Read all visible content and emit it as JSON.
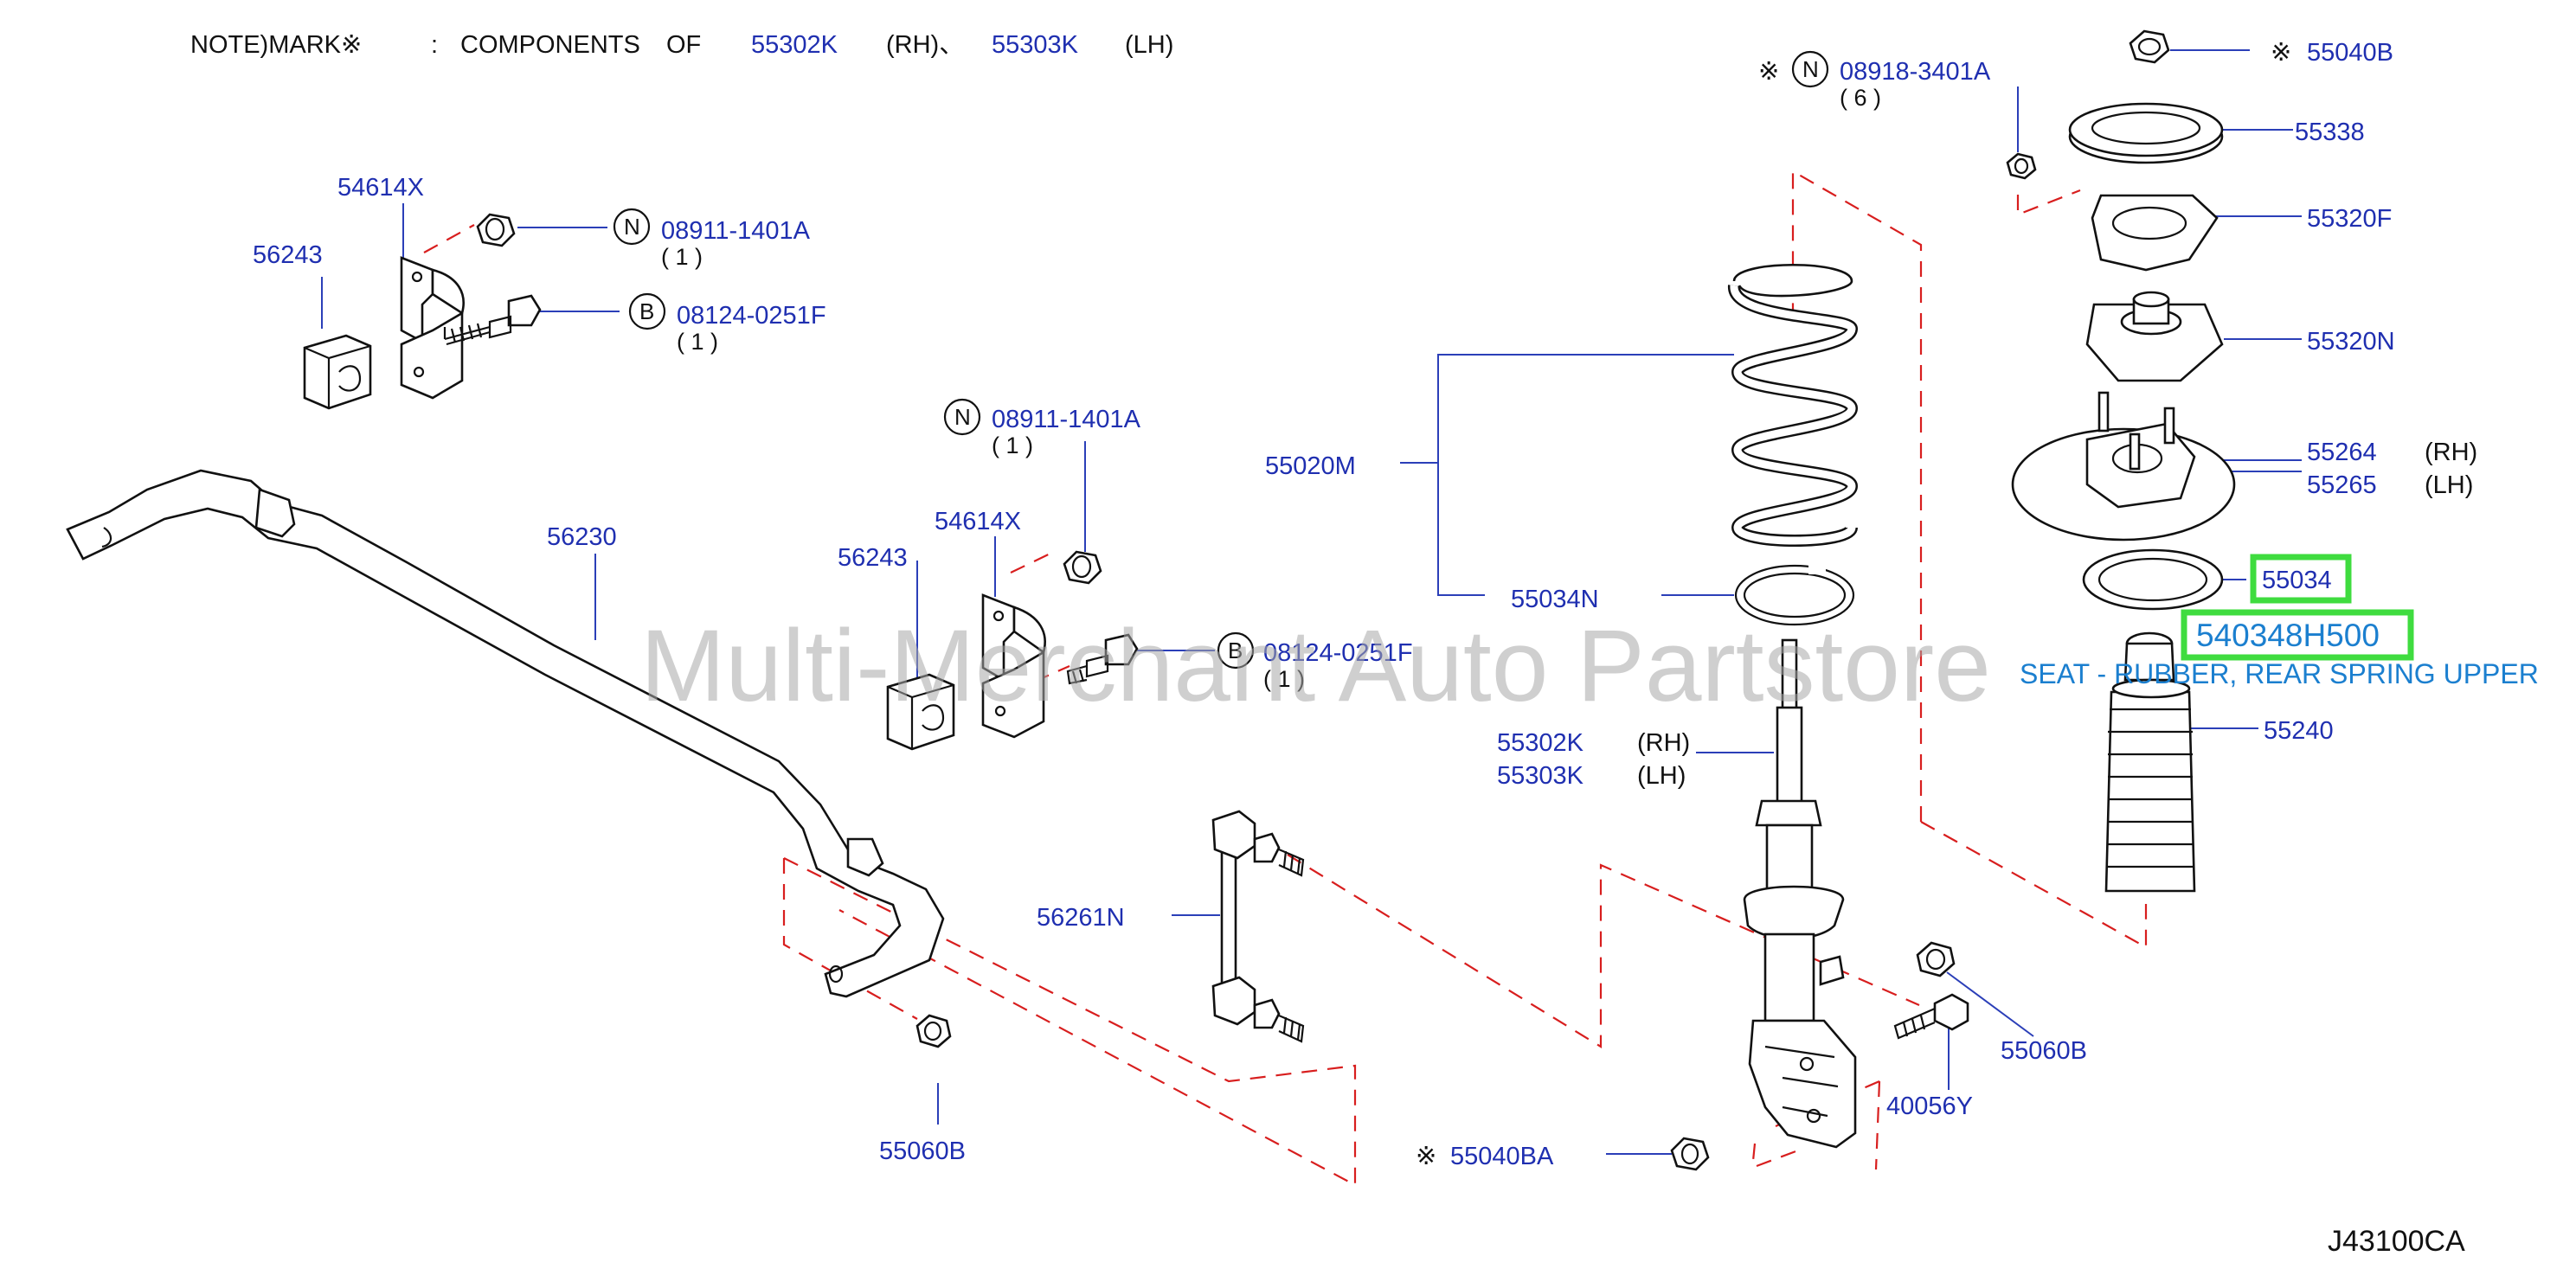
{
  "note": {
    "prefix": "NOTE)MARK※",
    "colon": ":",
    "components": "COMPONENTS",
    "of": "OF",
    "part_rh": "55302K",
    "rh": "(RH)、",
    "part_lh": "55303K",
    "lh": "(LH)"
  },
  "labels": {
    "l54614x_a": "54614X",
    "l56243_a": "56243",
    "n_08911_a": "08911-1401A",
    "n_08911_a_qty": "( 1 )",
    "b_08124_a": "08124-0251F",
    "b_08124_a_qty": "( 1 )",
    "n_08911_b": "08911-1401A",
    "n_08911_b_qty": "( 1 )",
    "l54614x_b": "54614X",
    "l56243_b": "56243",
    "l56230": "56230",
    "b_08124_b": "08124-0251F",
    "b_08124_b_qty": "( 1 )",
    "l56261n": "56261N",
    "l55060b_left": "55060B",
    "l55020m": "55020M",
    "l55034n": "55034N",
    "l55302k": "55302K",
    "l55302k_side": "(RH)",
    "l55303k": "55303K",
    "l55303k_side": "(LH)",
    "n_08918": "08918-3401A",
    "n_08918_qty": "( 6 )",
    "l55040b": "55040B",
    "l55338": "55338",
    "l55320f": "55320F",
    "l55320n": "55320N",
    "l55264": "55264",
    "l55264_side": "(RH)",
    "l55265": "55265",
    "l55265_side": "(LH)",
    "l55034": "55034",
    "l55240": "55240",
    "l55060b_right": "55060B",
    "l40056y": "40056Y",
    "l55040ba": "55040BA"
  },
  "marks": {
    "ref": "※",
    "n": "N",
    "b": "B"
  },
  "highlight": {
    "part_number": "540348H500",
    "description": "SEAT - RUBBER, REAR SPRING UPPER",
    "color": "#3fdc3f"
  },
  "watermark": "Multi-Merchant Auto Partstore",
  "diagram_code": "J43100CA"
}
